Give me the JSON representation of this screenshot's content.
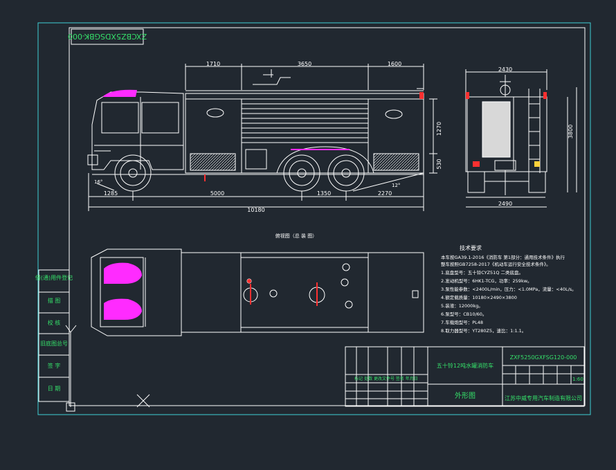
{
  "colors": {
    "background": "#212830",
    "frame": "#3fd0d6",
    "line": "#ffffff",
    "text_green": "#35e06a",
    "magenta": "#ff2bff",
    "red": "#ff3030",
    "yellow": "#ffd23a",
    "block": "#d8d8d8"
  },
  "drawing_number_box": "ZXCBZ5XDSGBK-000",
  "dimensions_top": [
    "1710",
    "3650",
    "1600"
  ],
  "dimensions_bottom": [
    "1285",
    "5000",
    "1350",
    "2270"
  ],
  "overall_length": "10180",
  "rear_height": "3800",
  "rear_width_top": "2430",
  "rear_width_bottom": "2490",
  "side_heights": [
    "1270",
    "530"
  ],
  "angle_front": "16°",
  "angle_rear": "12°",
  "top_view_label": "俯视图（总 装 图）",
  "tech_title": "技术要求",
  "tech_lines": [
    "本车按GA39.1-2016《消防车 第1部分：通用技术条件》执行",
    "整车按照GB7258-2017《机动车运行安全技术条件》。",
    "1.底盘型号：五十铃CYZ51Q 二类底盘。",
    "2.发动机型号：6HK1-TCG，功率：259kw。",
    "3.泵性能参数：<2400L/min，压力：<1.0MPa，流量：<40L/s。",
    "4.额定载质量：10180×2490×3800",
    "5.装液：12000kg。",
    "6.泵型号：CB10/60。",
    "7.车载炮型号：PL48",
    "8.取力器型号：YT280Z5，速比：1:1.1。"
  ],
  "left_column": [
    "借(通)用件登记",
    "描  图",
    "校  核",
    "旧底图总号",
    "签  字",
    "日  期"
  ],
  "title_block": {
    "product_name": "五十铃12吨水罐消防车",
    "drawing_name": "外形图",
    "code": "ZXF5250GXFSG120-000",
    "scale": "1:60",
    "company": "江苏中威专用汽车制造有限公司",
    "stamp_row": "标记 处数 更改文件号 签名 年月日"
  }
}
